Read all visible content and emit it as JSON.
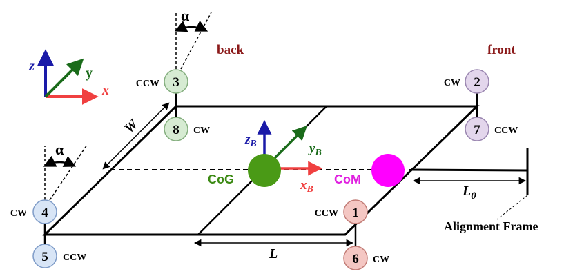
{
  "axes_legend": {
    "x": "x",
    "y": "y",
    "z": "z"
  },
  "angle_symbol": "α",
  "labels": {
    "back": "back",
    "front": "front",
    "W": "W",
    "L": "L",
    "L0_main": "L",
    "L0_sub": "0",
    "cog": "CoG",
    "com": "CoM",
    "alignment_frame": "Alignment Frame"
  },
  "body_frame": {
    "x_main": "x",
    "x_sub": "B",
    "y_main": "y",
    "y_sub": "B",
    "z_main": "z",
    "z_sub": "B"
  },
  "rotors": [
    {
      "num": "1",
      "dir": "CCW"
    },
    {
      "num": "2",
      "dir": "CW"
    },
    {
      "num": "3",
      "dir": "CCW"
    },
    {
      "num": "4",
      "dir": "CW"
    },
    {
      "num": "5",
      "dir": "CCW"
    },
    {
      "num": "6",
      "dir": "CW"
    },
    {
      "num": "7",
      "dir": "CCW"
    },
    {
      "num": "8",
      "dir": "CW"
    }
  ],
  "colors": {
    "axis_x": "#f04040",
    "axis_y": "#1a6b1a",
    "axis_z": "#1a1aa8",
    "rotor_red_fill": "#f4c7c3",
    "rotor_red_stroke": "#c27c76",
    "rotor_purple_fill": "#e3d6ec",
    "rotor_purple_stroke": "#9a86b0",
    "rotor_green_fill": "#d6ebd2",
    "rotor_green_stroke": "#84ae7e",
    "rotor_blue_fill": "#d8e5f6",
    "rotor_blue_stroke": "#7f9cc8",
    "cog": "#4a9a16",
    "com": "#ff00ff",
    "label_dark_red": "#8b1a1a",
    "cog_text": "#3c8a14",
    "com_text": "#e020e0"
  }
}
